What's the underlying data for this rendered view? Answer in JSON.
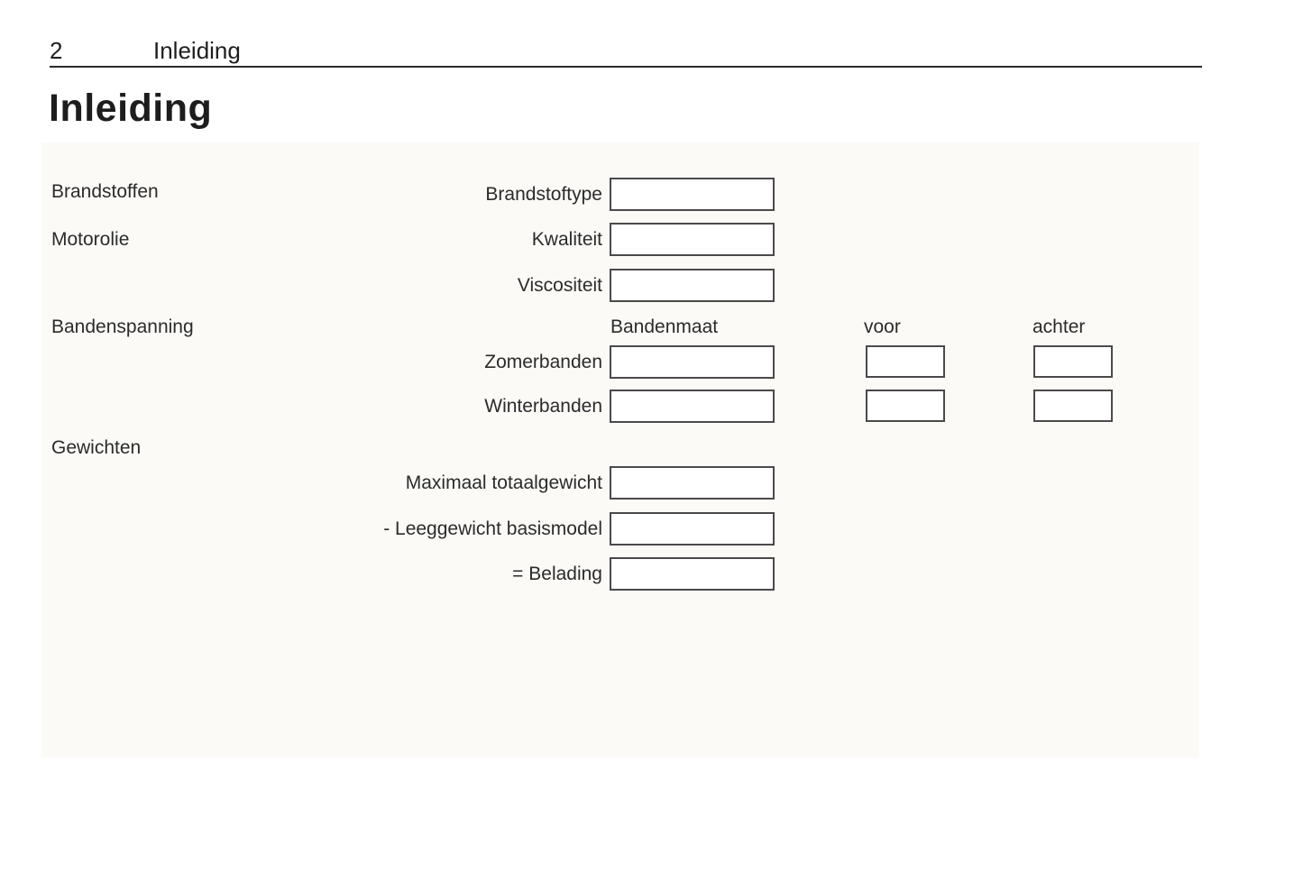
{
  "header": {
    "page_number": "2",
    "running_head": "Inleiding"
  },
  "title": "Inleiding",
  "form": {
    "section_labels": {
      "fuel": "Brandstoffen",
      "oil": "Motorolie",
      "tyre_pressure": "Bandenspanning",
      "weights": "Gewichten"
    },
    "column_headers": {
      "tyre_size": "Bandenmaat",
      "front": "voor",
      "rear": "achter"
    },
    "fields": {
      "fuel_type": {
        "label": "Brandstoftype",
        "value": ""
      },
      "oil_quality": {
        "label": "Kwaliteit",
        "value": ""
      },
      "oil_viscosity": {
        "label": "Viscositeit",
        "value": ""
      },
      "summer_tyres": {
        "label": "Zomerbanden",
        "size": "",
        "front": "",
        "rear": ""
      },
      "winter_tyres": {
        "label": "Winterbanden",
        "size": "",
        "front": "",
        "rear": ""
      },
      "max_total_weight": {
        "label": "Maximaal totaalgewicht",
        "value": ""
      },
      "kerb_weight_base_model": {
        "label": "- Leeggewicht basismodel",
        "value": ""
      },
      "payload": {
        "label": "= Belading",
        "value": ""
      }
    }
  },
  "colors": {
    "panel_bg": "#fbfaf7",
    "box_border": "#4a4a4a",
    "text": "#2b2b2b",
    "rule": "#2a2a2a"
  }
}
